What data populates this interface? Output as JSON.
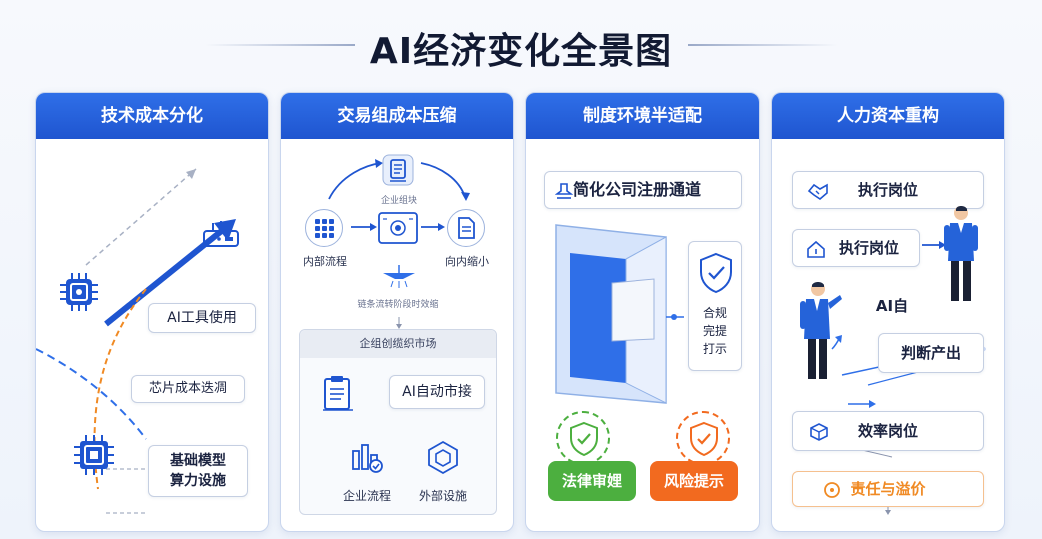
{
  "title": "AI经济变化全景图",
  "colors": {
    "header_blue": "#2359d6",
    "accent_orange": "#f08a24",
    "green": "#4caf3f",
    "red_orange": "#f26a1f"
  },
  "panels": [
    {
      "header": "技术成本分化",
      "labels": {
        "ai_tools": "AI工具使用",
        "chip_cost": "芯片成本迭凋",
        "base_model_1": "基础模型",
        "base_model_2": "算力设施"
      }
    },
    {
      "header": "交易组成本压缩",
      "labels": {
        "enterprise_top": "企业组块",
        "internal": "内部流程",
        "shrink": "向内缩小",
        "tiny_caption": "链条流转阶段时效缩",
        "market_box": "企组创缆织市场",
        "ai_auto": "AI自动市接",
        "enterprise_flow": "企业流程",
        "external": "外部设施"
      }
    },
    {
      "header": "制度环境半适配",
      "labels": {
        "simplify": "简化公司注册通道",
        "compliance_1": "合规",
        "compliance_2": "完提",
        "compliance_3": "打示",
        "legal": "法律审娌",
        "risk": "风险提示"
      }
    },
    {
      "header": "人力资本重构",
      "labels": {
        "exec_1": "执行岗位",
        "exec_2": "执行岗位",
        "ai_self": "AI自",
        "judge": "判断产出",
        "efficiency": "效率岗位",
        "responsibility": "责任与溢价"
      }
    }
  ]
}
